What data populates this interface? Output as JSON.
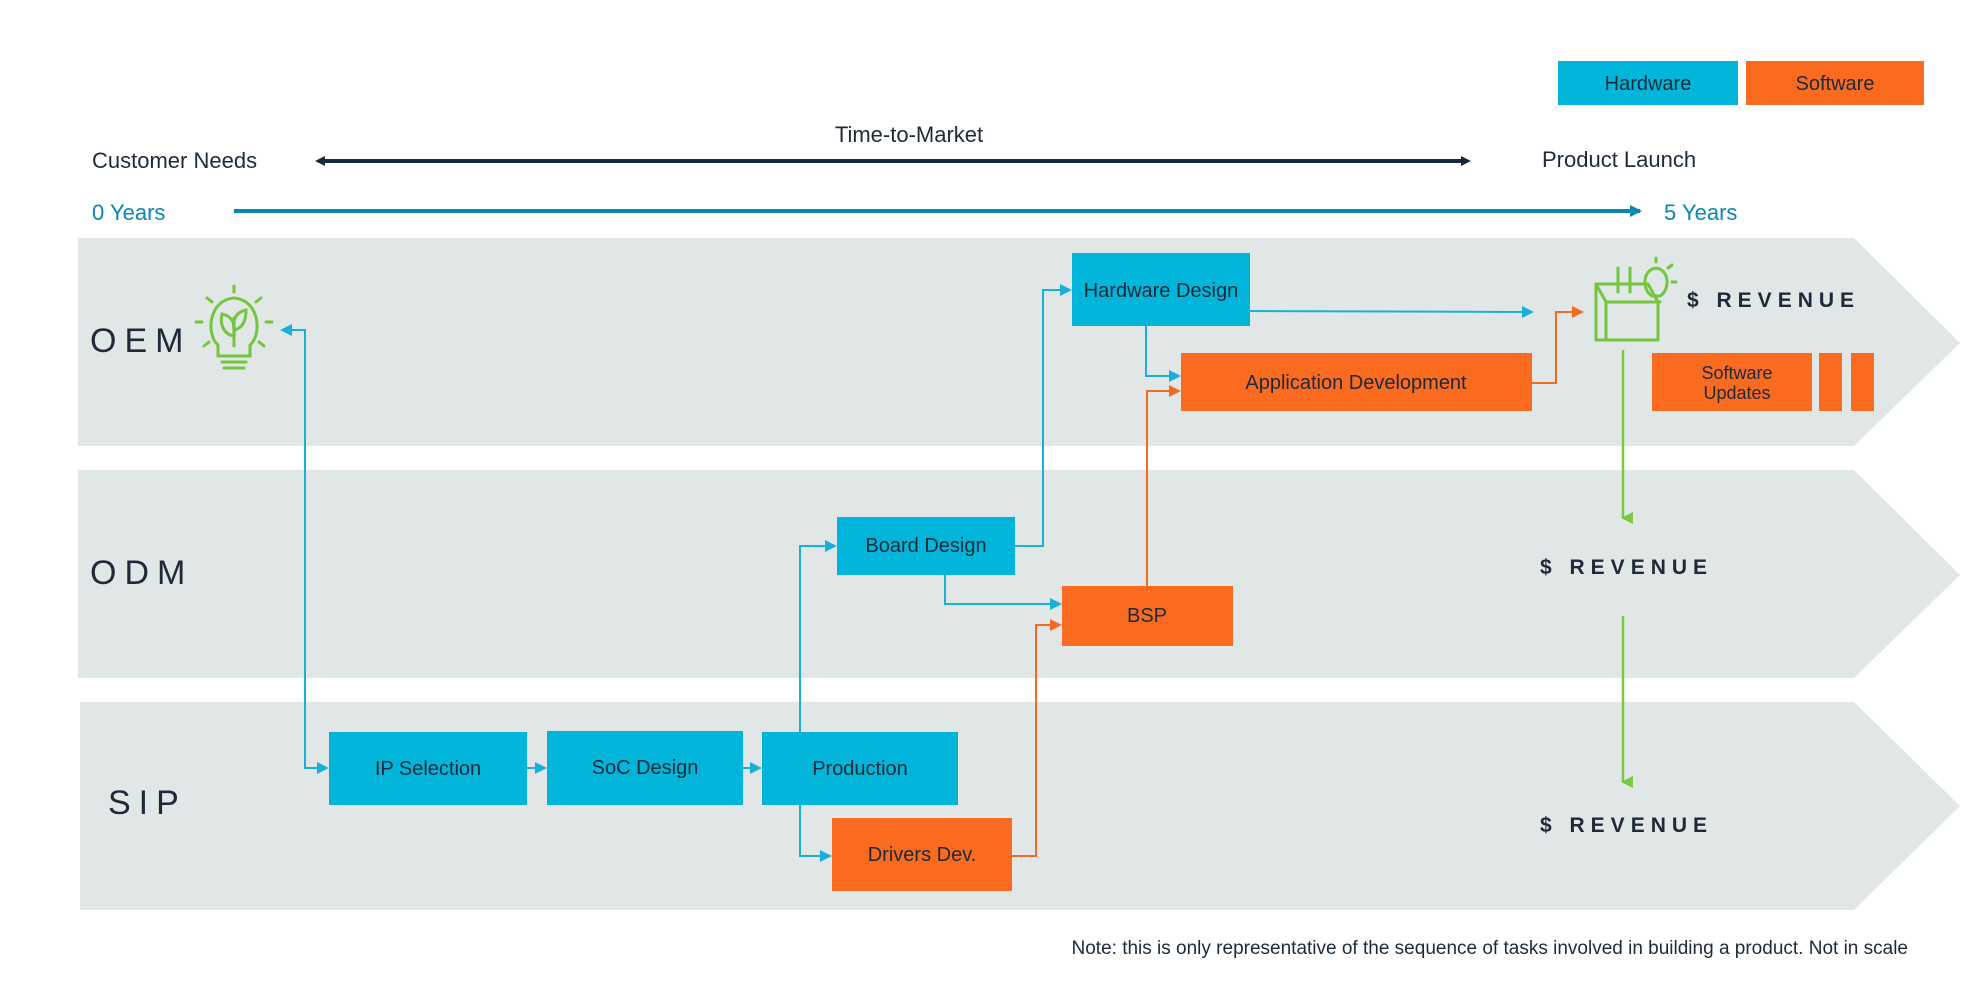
{
  "legend": {
    "hardware_label": "Hardware",
    "software_label": "Software"
  },
  "timeline": {
    "time_to_market": "Time-to-Market",
    "customer_needs": "Customer Needs",
    "product_launch": "Product Launch",
    "start_years": "0 Years",
    "end_years": "5 Years"
  },
  "lanes": {
    "oem": "OEM",
    "odm": "ODM",
    "sip": "SIP"
  },
  "boxes": {
    "hardware_design": "Hardware Design",
    "application_development": "Application Development",
    "software_updates_line1": "Software",
    "software_updates_line2": "Updates",
    "board_design": "Board Design",
    "bsp": "BSP",
    "ip_selection": "IP Selection",
    "soc_design": "SoC Design",
    "production": "Production",
    "drivers_dev": "Drivers Dev."
  },
  "revenue": {
    "oem": "$ REVENUE",
    "odm": "$ REVENUE",
    "sip": "$ REVENUE"
  },
  "note": "Note: this is only representative of the sequence of tasks involved in building a product. Not in scale",
  "colors": {
    "hardware": "#00b5d9",
    "software": "#fa6a1f",
    "lane": "#e1e7e6",
    "dark_arrow": "#15283e",
    "timeline_arrow": "#0a86b3",
    "hw_connector": "#18b0d8",
    "sw_connector": "#f26a24",
    "revenue_arrow": "#7bc943",
    "icon_green": "#74c63e"
  },
  "icons": [
    "lightbulb-leaf-icon",
    "box-lightbulb-icon"
  ]
}
